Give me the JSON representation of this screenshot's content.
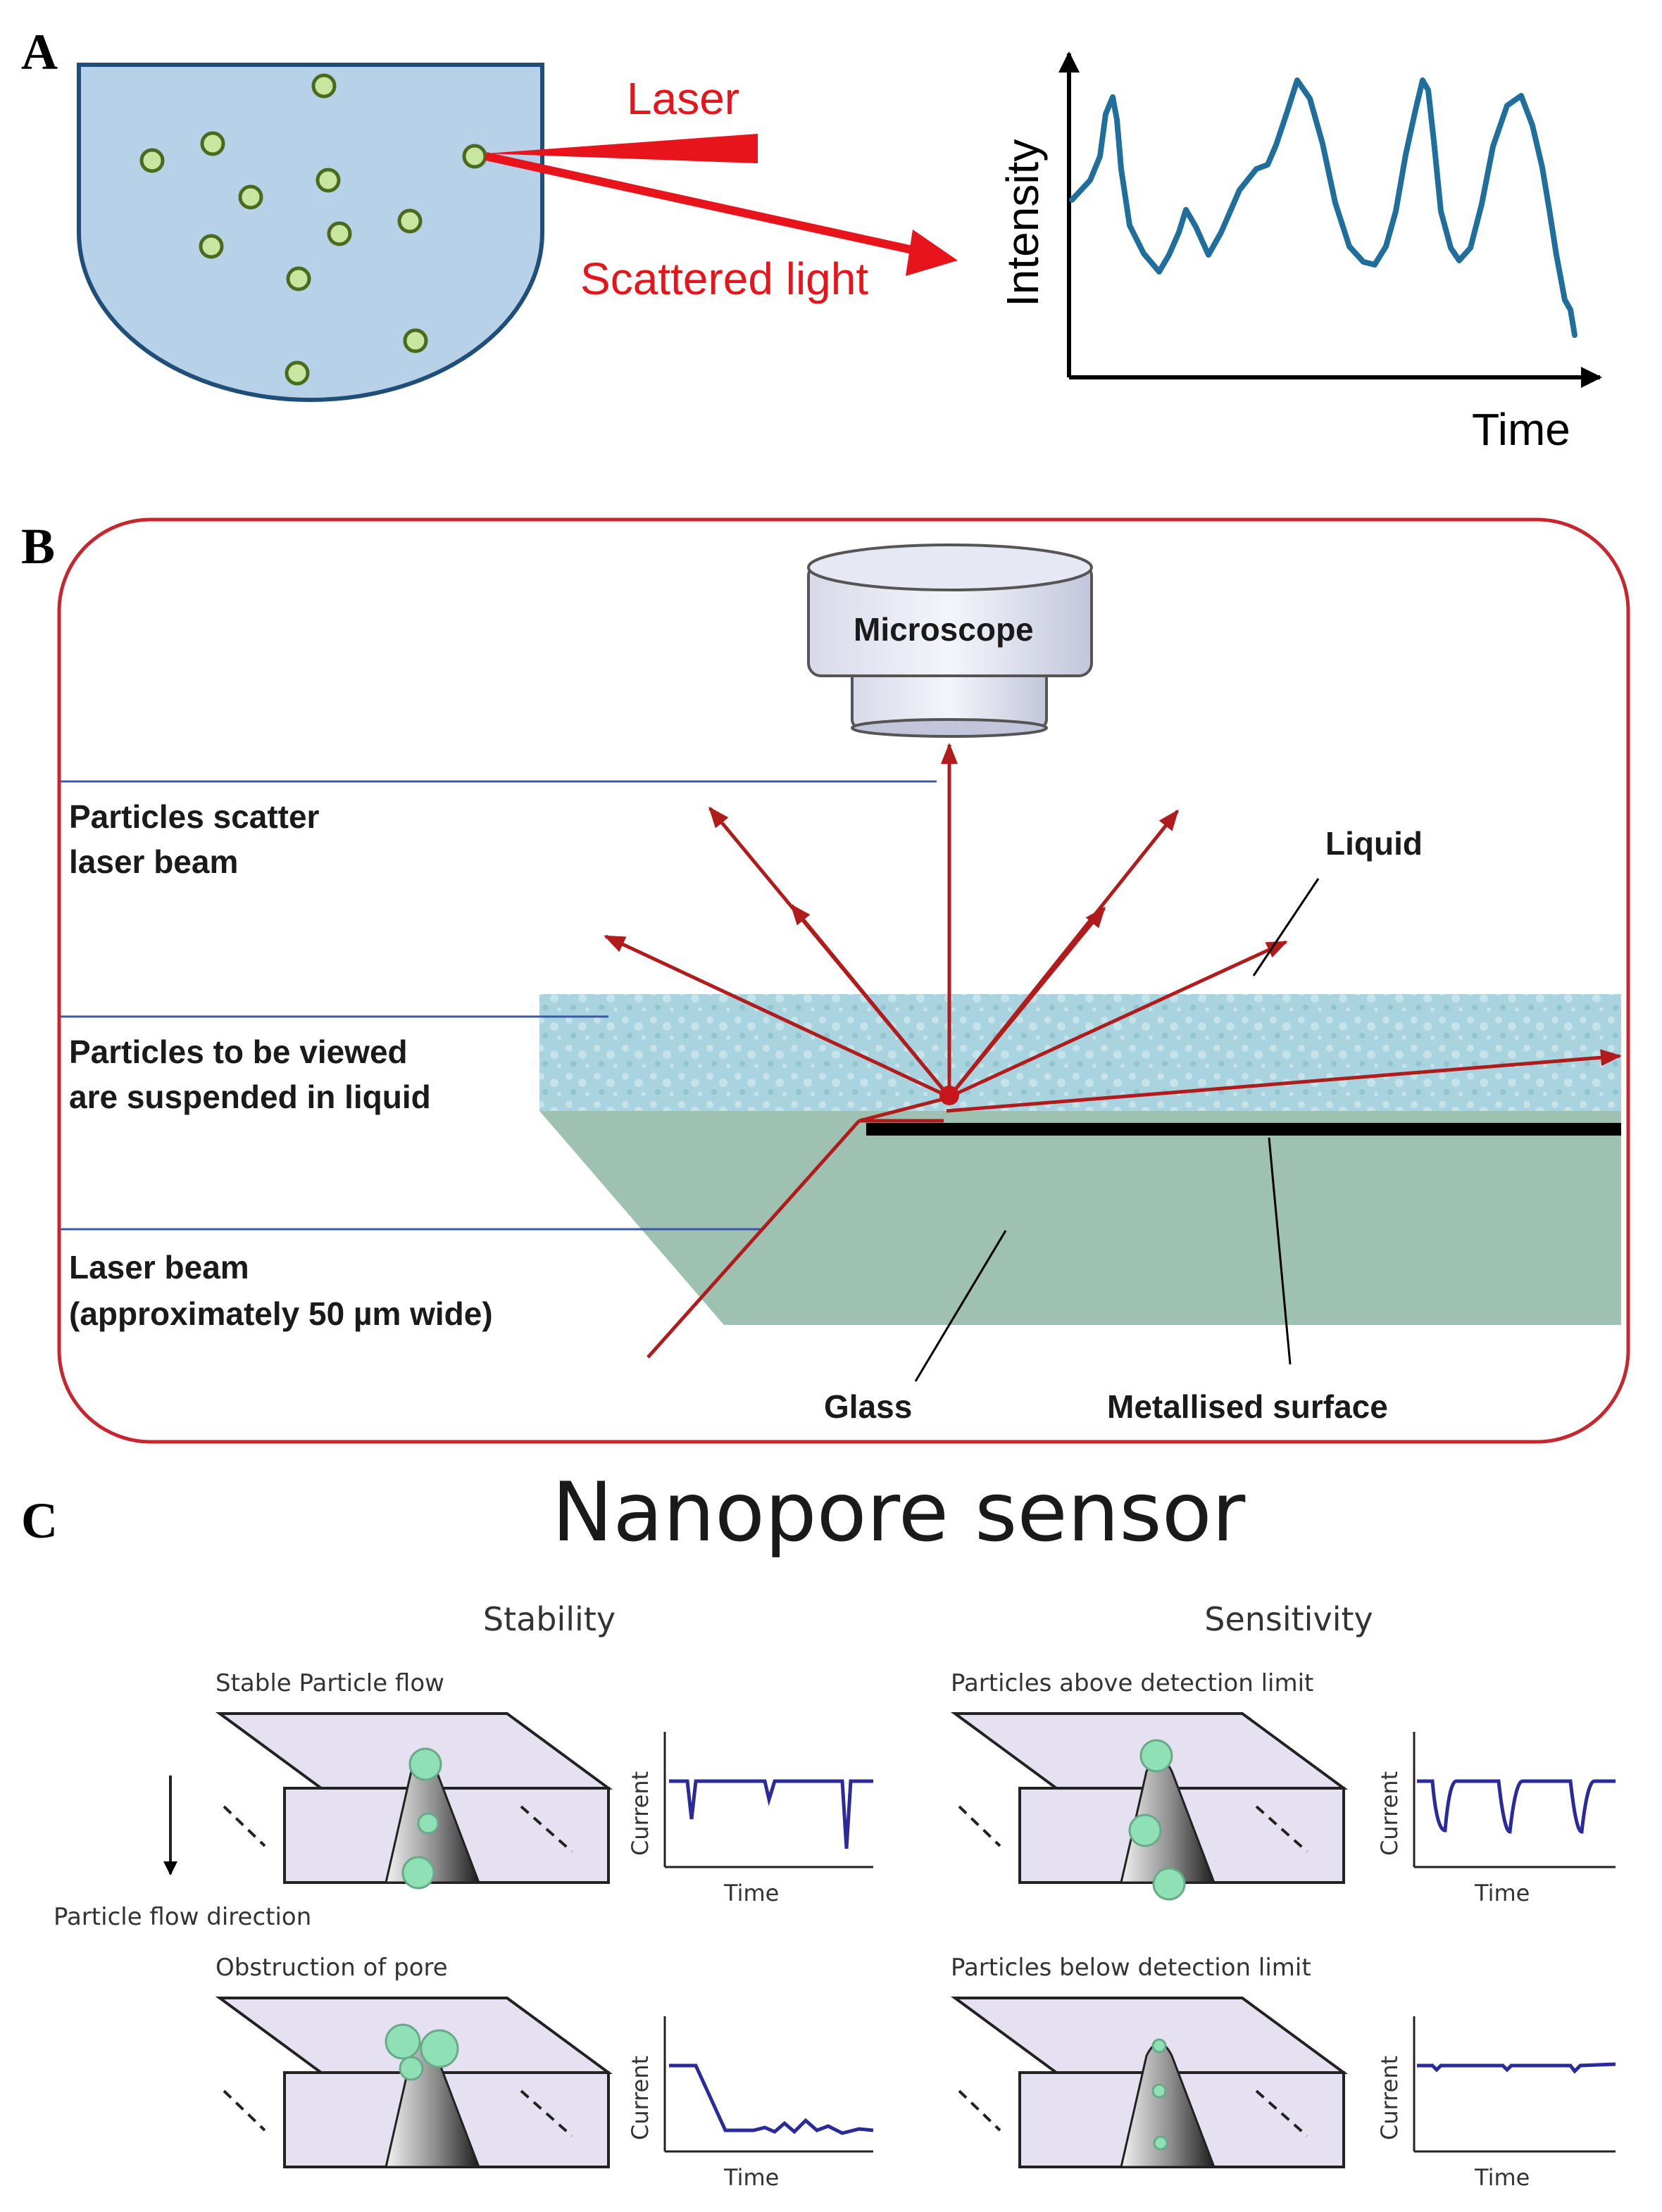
{
  "panel_a": {
    "letter": "A",
    "laser_label": "Laser",
    "scattered_label": "Scattered light",
    "y_axis_label": "Intensity",
    "x_axis_label": "Time",
    "colors": {
      "container_fill": "#b7d1e8",
      "container_stroke": "#1f4e79",
      "particle_fill": "#c8e6a0",
      "particle_stroke": "#4a6a1e",
      "laser": "#e8141b",
      "trace": "#1f6e9c"
    }
  },
  "panel_b": {
    "letter": "B",
    "microscope_label": "Microscope",
    "label_scatter_1": "Particles scatter",
    "label_scatter_2": "laser beam",
    "label_suspended_1": "Particles to be viewed",
    "label_suspended_2": "are suspended in liquid",
    "label_beam_1": "Laser beam",
    "label_beam_2": "(approximately 50 µm wide)",
    "label_liquid": "Liquid",
    "label_glass": "Glass",
    "label_metal": "Metallised surface",
    "colors": {
      "frame": "#c8262e",
      "beam": "#b01c1c",
      "liquid": "#a9d3de",
      "glass": "#9fc1b2",
      "leader": "#3a58a8"
    }
  },
  "panel_c": {
    "letter": "C",
    "title": "Nanopore sensor",
    "stability_heading": "Stability",
    "sensitivity_heading": "Sensitivity",
    "flow_label": "Particle flow direction",
    "cases": [
      {
        "caption": "Stable Particle flow",
        "y_label": "Current",
        "x_label": "Time"
      },
      {
        "caption": "Obstruction of pore",
        "y_label": "Current",
        "x_label": "Time"
      },
      {
        "caption": "Particles above detection limit",
        "y_label": "Current",
        "x_label": "Time"
      },
      {
        "caption": "Particles below detection limit",
        "y_label": "Current",
        "x_label": "Time"
      }
    ],
    "colors": {
      "block": "#e6e1f1",
      "particle": "#8fe0b4",
      "particle_stroke": "#6aa88a",
      "trace": "#2a2a9a"
    }
  }
}
